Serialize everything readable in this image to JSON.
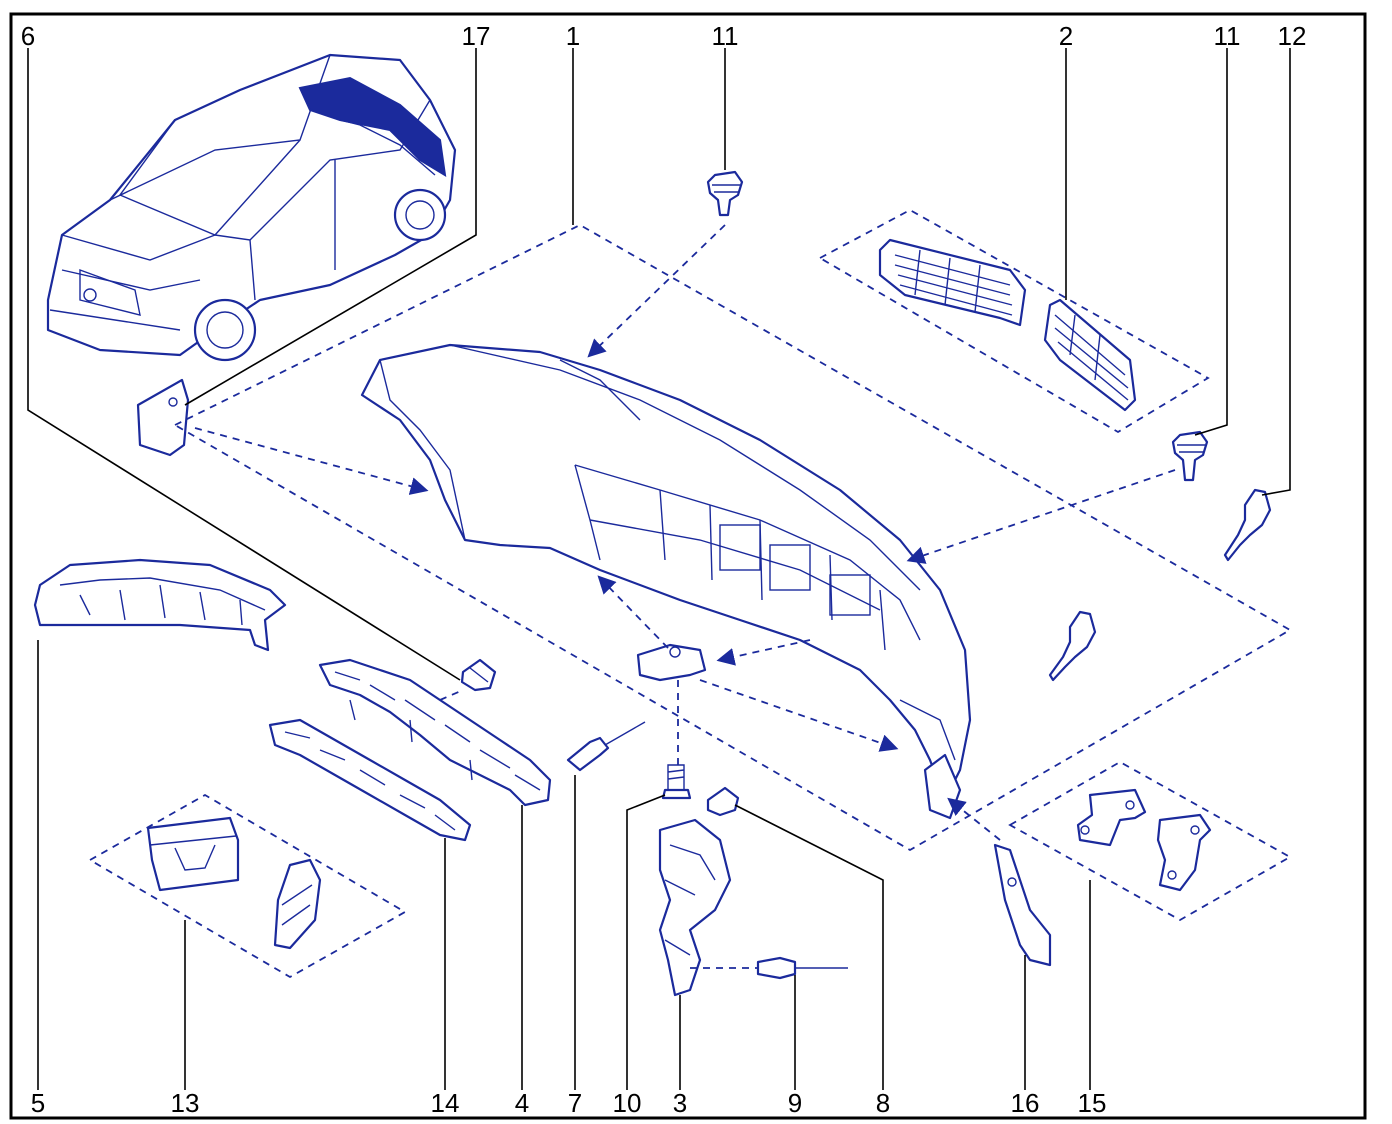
{
  "diagram": {
    "callouts": {
      "c1": "1",
      "c2": "2",
      "c3": "3",
      "c4": "4",
      "c5": "5",
      "c6": "6",
      "c7": "7",
      "c8": "8",
      "c9": "9",
      "c10": "10",
      "c11a": "11",
      "c11b": "11",
      "c12": "12",
      "c13": "13",
      "c14": "14",
      "c15": "15",
      "c16": "16",
      "c17": "17"
    },
    "colors": {
      "line_art": "#1b2a9c",
      "leader_lines": "#000000",
      "frame": "#000000",
      "background": "#ffffff"
    }
  }
}
